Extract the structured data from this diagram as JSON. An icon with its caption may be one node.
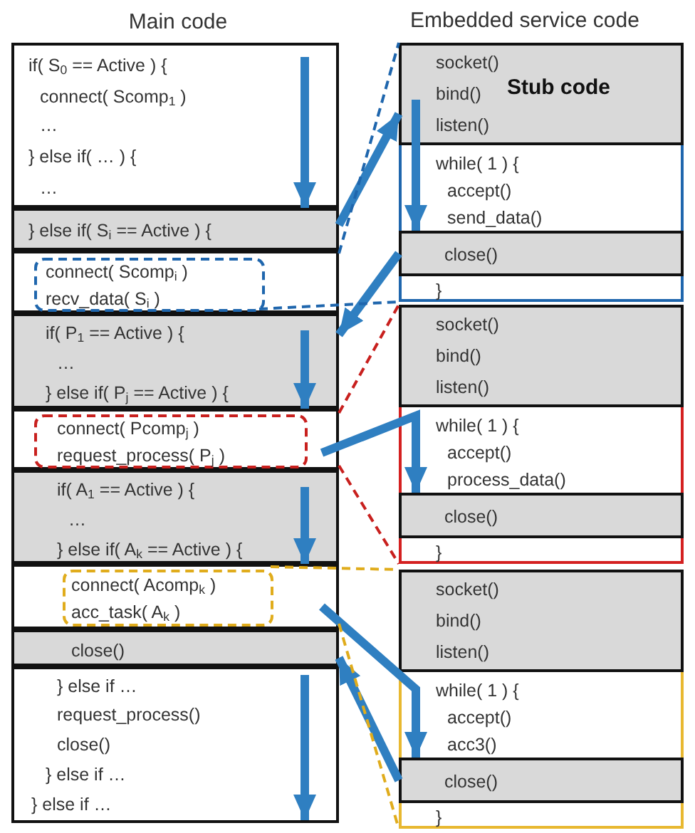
{
  "diagram": {
    "nodes": [
      {
        "text": [
          "Main code"
        ]
      },
      {
        "text": [
          "if( S$_{0}$ == Active ) {",
          "connect( Scomp$_{1}$ )",
          "…",
          "} else if( … ) {",
          "…"
        ],
        "in": 0
      },
      {
        "text": [
          "} else if( S$_{i}$ == Active ) {"
        ],
        "in": 0
      },
      {
        "text": [
          "connect( Scomp$_{i}$ )",
          "recv_data( S$_{i}$ )"
        ],
        "in": 0
      },
      {
        "text": [
          "if( P$_{1}$ == Active ) {",
          "…",
          "} else if( P$_{j}$ == Active ) {"
        ],
        "in": 0
      },
      {
        "text": [
          "connect( Pcomp$_{j}$ )",
          "request_process( P$_{j}$ )"
        ],
        "in": 0
      },
      {
        "text": [
          "if( A$_{1}$ == Active ) {",
          "…",
          "} else if( A$_{k}$ == Active ) {"
        ],
        "in": 0
      },
      {
        "text": [
          "connect( Acomp$_{k}$ )",
          "acc_task( A$_{k}$ )"
        ],
        "in": 0
      },
      {
        "text": [
          "close()"
        ],
        "in": 0
      },
      {
        "text": [
          "} else if …",
          "request_process()",
          "close()",
          "} else if …",
          "} else if …"
        ],
        "in": 0
      },
      {
        "text": [
          "while( 1 ) {",
          "accept()",
          "send_data()",
          "}"
        ]
      },
      {
        "text": [
          "socket()",
          "bind()",
          "listen()",
          "Stub code"
        ],
        "in": 10
      },
      {
        "text": [
          "close()"
        ],
        "in": 10
      },
      {
        "text": [
          "while( 1 ) {",
          "accept()",
          "process_data()",
          "}"
        ]
      },
      {
        "text": [
          "socket()",
          "bind()",
          "listen()"
        ],
        "in": 13
      },
      {
        "text": [
          "close()"
        ],
        "in": 13
      },
      {
        "text": [
          "while( 1 ) {",
          "accept()",
          "acc3()",
          "}"
        ]
      },
      {
        "text": [
          "socket()",
          "bind()",
          "listen()"
        ],
        "in": 16
      },
      {
        "text": [
          "close()"
        ],
        "in": 16
      }
    ],
    "edges": [
      {
        "from": 1,
        "to": 2,
        "arrow": "to"
      },
      {
        "from": 2,
        "to": 11,
        "arrow": "to"
      },
      {
        "from": 11,
        "to": 12,
        "arrow": "to"
      },
      {
        "from": 12,
        "to": 4,
        "arrow": "to"
      },
      {
        "from": 4,
        "to": 5,
        "arrow": "to"
      },
      {
        "from": 5,
        "to": 15,
        "arrow": "to"
      },
      {
        "from": 6,
        "to": 7,
        "arrow": "to"
      },
      {
        "from": 7,
        "to": 18,
        "arrow": "to"
      },
      {
        "from": 18,
        "to": 8,
        "arrow": "to"
      },
      {
        "from": null,
        "to": 9,
        "arrow": "to"
      },
      {
        "from": 3,
        "to": 10,
        "arrow": "none",
        "style": "dashed",
        "color": "#1f66ad"
      },
      {
        "from": 3,
        "to": 10,
        "arrow": "none",
        "style": "dashed",
        "color": "#1f66ad"
      },
      {
        "from": 5,
        "to": 13,
        "arrow": "none",
        "style": "dashed",
        "color": "#c8201e"
      },
      {
        "from": 5,
        "to": 13,
        "arrow": "none",
        "style": "dashed",
        "color": "#c8201e"
      },
      {
        "from": 7,
        "to": 16,
        "arrow": "none",
        "style": "dashed",
        "color": "#e0ac1c"
      },
      {
        "from": 7,
        "to": 16,
        "arrow": "none",
        "style": "dashed",
        "color": "#e0ac1c"
      }
    ],
    "labels": [
      "Embedded service code"
    ]
  }
}
